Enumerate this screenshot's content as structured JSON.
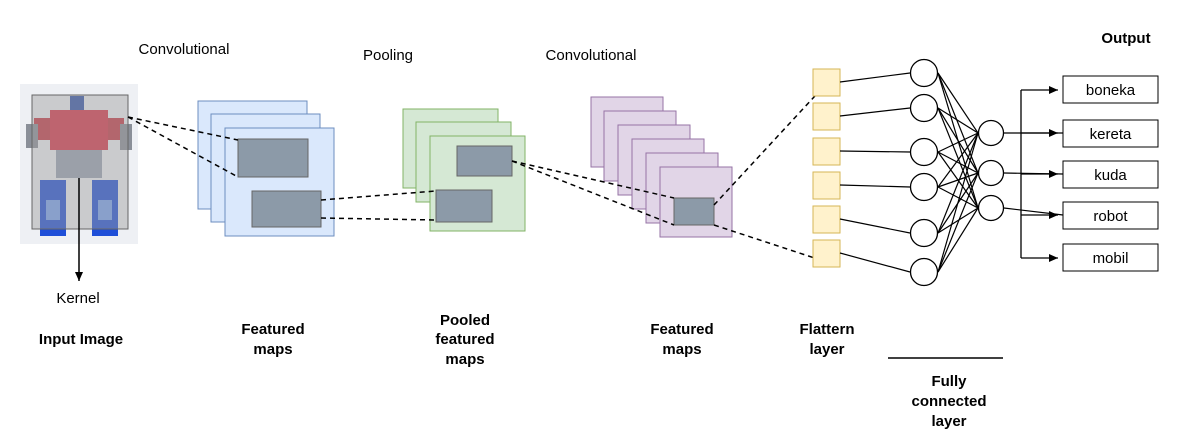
{
  "labels": {
    "conv1": "Convolutional",
    "pooling": "Pooling",
    "conv2": "Convolutional",
    "kernel": "Kernel",
    "input_image": "Input Image",
    "featured_maps_1": [
      "Featured",
      "maps"
    ],
    "pooled_maps": [
      "Pooled",
      "featured",
      "maps"
    ],
    "featured_maps_2": [
      "Featured",
      "maps"
    ],
    "flatten_layer": [
      "Flattern",
      "layer"
    ],
    "fully_connected": [
      "Fully",
      "connected",
      "layer"
    ],
    "output_title": "Output"
  },
  "outputs": [
    "boneka",
    "kereta",
    "kuda",
    "robot",
    "mobil"
  ],
  "colors": {
    "conv_fill": "#dae8fc",
    "conv_stroke": "#6c8ebf",
    "pool_fill": "#d5e8d4",
    "pool_stroke": "#82b366",
    "conv2_fill": "#e1d5e7",
    "conv2_stroke": "#9673a6",
    "flat_fill": "#fff2cc",
    "flat_stroke": "#d6b656",
    "kernel_fill": "#8c9aa8",
    "image_overlay": "#9e9e9e"
  }
}
